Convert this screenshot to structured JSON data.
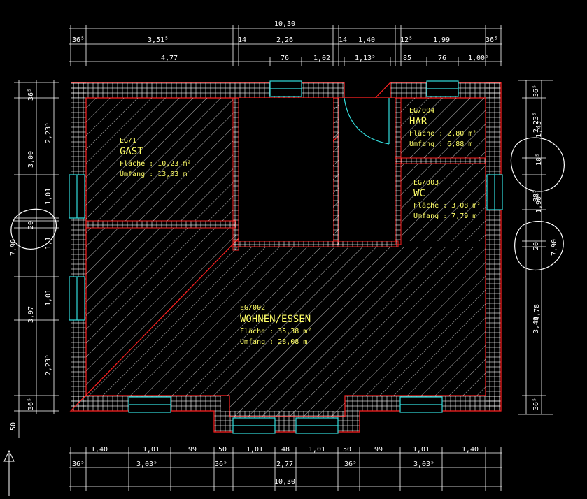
{
  "colors": {
    "background": "#000000",
    "dimension": "#ffffff",
    "wall_outline": "#ff2222",
    "wall_grid": "#ffffff",
    "window": "#33dddd",
    "room_text": "#ffff66",
    "markup": "#ffffff"
  },
  "dims": {
    "top_total": "10,30",
    "top_row1": [
      "36⁵",
      "3,51⁵",
      "14",
      "2,26",
      "14",
      "1,40",
      "12⁵",
      "1,99",
      "36⁵"
    ],
    "top_row2": [
      "4,77",
      "76",
      "1,02",
      "1,13⁵",
      "85",
      "76",
      "1,00⁵"
    ],
    "bottom_row1": [
      "1,40",
      "1,01",
      "99",
      "50",
      "1,01",
      "48",
      "1,01",
      "50",
      "99",
      "1,01",
      "1,40"
    ],
    "bottom_row2": [
      "36⁵",
      "3,03⁵",
      "36⁵",
      "2,77",
      "36⁵",
      "3,03⁵"
    ],
    "bottom_total": "10,30",
    "left_total": "7,90",
    "left_row_outer": [
      "36⁵",
      "3,00",
      "20",
      "3,97",
      "36⁵"
    ],
    "left_row_inner": [
      "2,23⁵",
      "1,01",
      "1,1",
      "1,01",
      "2,23⁵"
    ],
    "left_bottom": "50",
    "right_total_upper": "7,90",
    "right_total_lower": "4,78",
    "right_row_outer": [
      "36⁵",
      "2,23⁵",
      "88⁵",
      "20",
      "3,49",
      "36⁵"
    ],
    "right_row_inner": [
      "1,45",
      "10⁵",
      "1,90⁵"
    ]
  },
  "rooms": [
    {
      "id": "EG/1",
      "name": "GAST",
      "area": "Fläche :  10,23 m²",
      "perimeter": "Umfang :  13,03 m"
    },
    {
      "id": "EG/004",
      "name": "HAR",
      "area": "Fläche :  2,80 m²",
      "perimeter": "Umfang :  6,88 m"
    },
    {
      "id": "EG/003",
      "name": "WC",
      "area": "Fläche :  3,08 m²",
      "perimeter": "Umfang :  7,79 m"
    },
    {
      "id": "EG/002",
      "name": "WOHNEN/ESSEN",
      "area": "Fläche :  35,38 m²",
      "perimeter": "Umfang :  28,08 m"
    }
  ],
  "north_arrow_icon": "north-arrow-icon"
}
